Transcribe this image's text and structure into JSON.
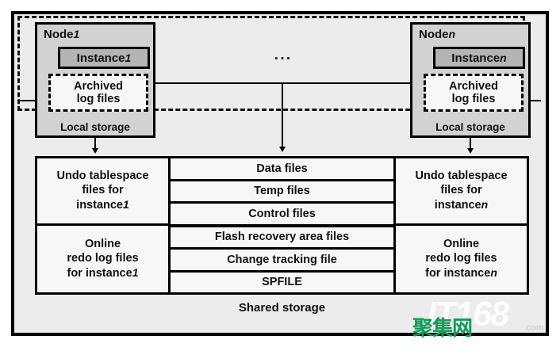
{
  "diagram": {
    "title": "Oracle RAC cluster storage architecture",
    "colors": {
      "frame_background": "#ececec",
      "node_fill": "#d2d2d2",
      "instance_fill": "#b4b4b4",
      "cell_fill": "#f7f7f7",
      "line": "#000000",
      "watermark_green": "#0e9d58"
    }
  },
  "nodes": [
    {
      "id": "node-1",
      "title": "Node",
      "subscript": "1",
      "instance_label": "Instance",
      "instance_subscript": "1",
      "archived_line1": "Archived",
      "archived_line2": "log files",
      "local_storage_label": "Local storage"
    },
    {
      "id": "node-n",
      "title": "Node",
      "subscript": "n",
      "instance_label": "Instance",
      "instance_subscript": "n",
      "archived_line1": "Archived",
      "archived_line2": "log files",
      "local_storage_label": "Local storage"
    }
  ],
  "ellipsis": "...",
  "storage": {
    "left_column": [
      {
        "line1": "Undo tablespace",
        "line2": "files for",
        "line3": "instance",
        "subscript": "1"
      },
      {
        "line1": "Online",
        "line2": "redo log files",
        "line3": "for instance",
        "subscript": "1"
      }
    ],
    "middle_column": [
      "Data files",
      "Temp files",
      "Control files",
      "Flash recovery area files",
      "Change tracking file",
      "SPFILE"
    ],
    "right_column": [
      {
        "line1": "Undo tablespace",
        "line2": "files for",
        "line3": "instance",
        "subscript": "n"
      },
      {
        "line1": "Online",
        "line2": "redo log files",
        "line3": "for instance",
        "subscript": "n"
      }
    ],
    "shared_label": "Shared storage"
  },
  "watermark": {
    "light_text": "IT168",
    "green_text": "聚集网",
    "com_text": ".com"
  }
}
